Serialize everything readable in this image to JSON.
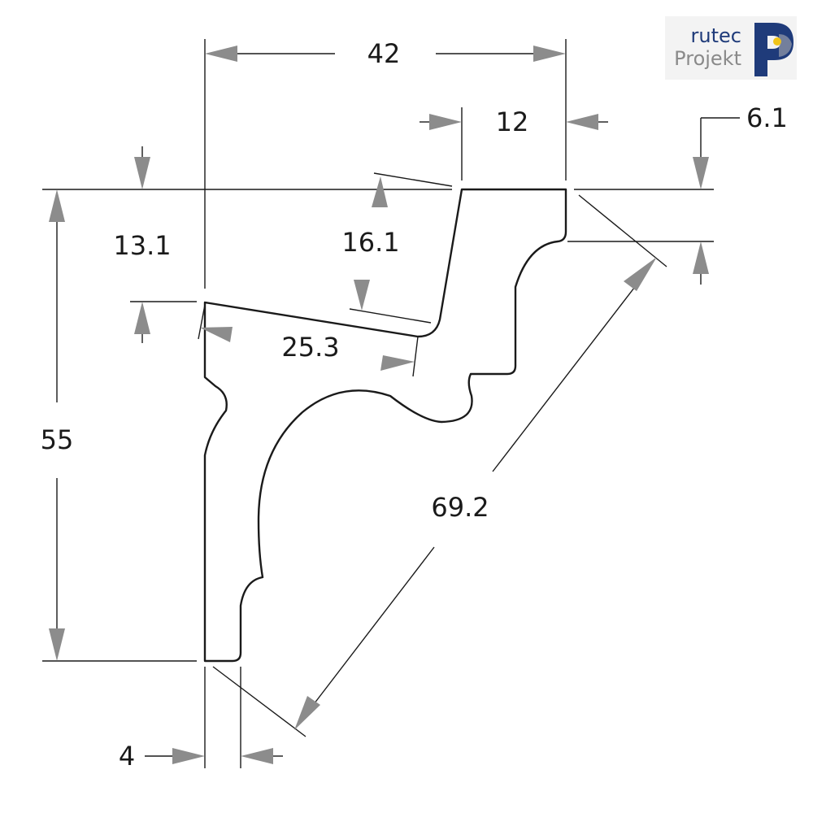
{
  "logo": {
    "line1": "rutec",
    "line2": "Projekt",
    "brand_color": "#1f3b7a",
    "accent_color": "#f0c419",
    "secondary_color": "#8a8a8a"
  },
  "dimensions": {
    "overall_width": "42",
    "top_width": "12",
    "top_step": "6.1",
    "left_offset": "13.1",
    "angled_top": "16.1",
    "angled_bottom": "25.3",
    "overall_height": "55",
    "diagonal": "69.2",
    "bottom_width": "4"
  },
  "colors": {
    "line": "#1a1a1a",
    "arrow": "#8c8c8c",
    "background": "#ffffff"
  }
}
